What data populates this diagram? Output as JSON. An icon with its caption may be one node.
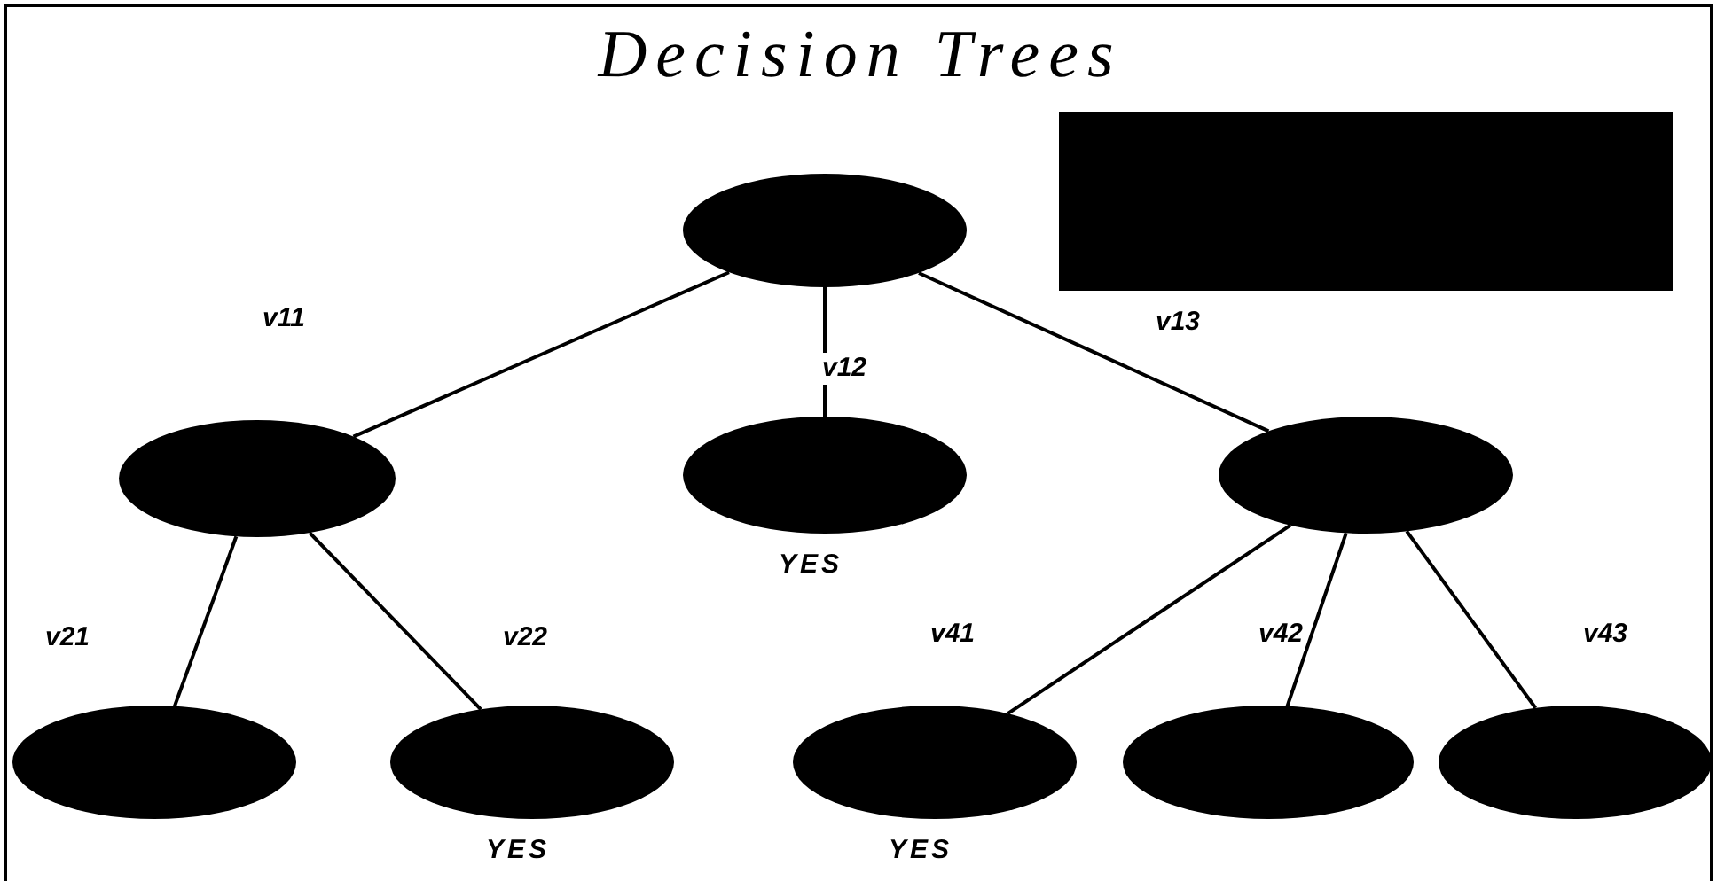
{
  "diagram": {
    "title": "Decision Trees",
    "nodes": [
      {
        "text": [],
        "shape": "ellipse"
      },
      {
        "text": [],
        "shape": "ellipse"
      },
      {
        "text": [],
        "shape": "ellipse",
        "beside": [
          "YES"
        ]
      },
      {
        "text": [],
        "shape": "ellipse"
      },
      {
        "text": [],
        "shape": "ellipse"
      },
      {
        "text": [],
        "shape": "ellipse",
        "beside": [
          "YES"
        ]
      },
      {
        "text": [],
        "shape": "ellipse",
        "beside": [
          "YES"
        ]
      },
      {
        "text": [],
        "shape": "ellipse"
      },
      {
        "text": [],
        "shape": "ellipse"
      }
    ],
    "edges": [
      {
        "from": 0,
        "to": 1,
        "arrow": "none",
        "label": "v11"
      },
      {
        "from": 0,
        "to": 2,
        "arrow": "none",
        "label": "v12"
      },
      {
        "from": 0,
        "to": 3,
        "arrow": "none",
        "label": "v13"
      },
      {
        "from": 1,
        "to": 4,
        "arrow": "none",
        "label": "v21"
      },
      {
        "from": 1,
        "to": 5,
        "arrow": "none",
        "label": "v22"
      },
      {
        "from": 3,
        "to": 6,
        "arrow": "none",
        "label": "v41"
      },
      {
        "from": 3,
        "to": 7,
        "arrow": "none",
        "label": "v42"
      },
      {
        "from": 3,
        "to": 8,
        "arrow": "none",
        "label": "v43"
      }
    ]
  }
}
